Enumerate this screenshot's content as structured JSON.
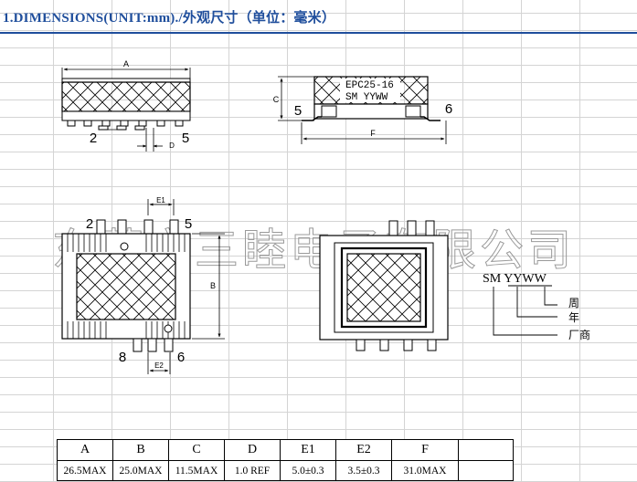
{
  "heading": "1.DIMENSIONS(UNIT:mm)./外观尺寸（单位：毫米）",
  "watermark": "东莞市三睦电子有限公司",
  "side_view": {
    "dim_a": "A",
    "dim_d": "D",
    "pin_left": "2",
    "pin_right": "5"
  },
  "front_view": {
    "marking_line1": "EPC25-16",
    "marking_line2": "SM YYWW",
    "dim_c": "C",
    "dim_f": "F",
    "pin_left": "5",
    "pin_right": "6"
  },
  "bottom_view": {
    "dim_e1": "E1",
    "dim_e2": "E2",
    "dim_b": "B",
    "pin_top_left": "2",
    "pin_top_right": "5",
    "pin_bottom_left": "8",
    "pin_bottom_right": "6"
  },
  "marking_legend": {
    "code": "SM YYWW",
    "week": "周",
    "year": "年",
    "maker": "厂商"
  },
  "table": {
    "headers": [
      "A",
      "B",
      "C",
      "D",
      "E1",
      "E2",
      "F"
    ],
    "values": [
      "26.5MAX",
      "25.0MAX",
      "11.5MAX",
      "1.0 REF",
      "5.0±0.3",
      "3.5±0.3",
      "31.0MAX"
    ]
  }
}
